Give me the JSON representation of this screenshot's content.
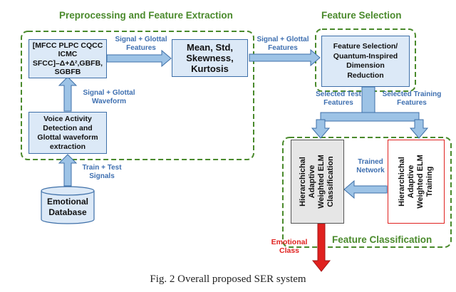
{
  "titles": {
    "preprocessing": "Preprocessing and Feature Extraction",
    "feature_selection": "Feature Selection",
    "feature_classification": "Feature Classification"
  },
  "nodes": {
    "features_line1": "[MFCC PLPC CQCC",
    "features_line2": "ICMC",
    "features_line3": "SFCC]–Δ+Δ²,GBFB,",
    "features_line4": "SGBFB",
    "stats_line1": "Mean, Std,",
    "stats_line2": "Skewness,",
    "stats_line3": "Kurtosis",
    "vad_line1": "Voice Activity",
    "vad_line2": "Detection and",
    "vad_line3": "Glottal waveform",
    "vad_line4": "extraction",
    "database_line1": "Emotional",
    "database_line2": "Database",
    "selection_line1": "Feature Selection/",
    "selection_line2": "Quantum-Inspired",
    "selection_line3": "Dimension",
    "selection_line4": "Reduction",
    "classification_line1": "Hierarchichal",
    "classification_line2": "Adaptive",
    "classification_line3": "Weighted ELM",
    "classification_line4": "Classification",
    "training_line1": "Hierarchichal",
    "training_line2": "Adaptive",
    "training_line3": "Weighted ELM",
    "training_line4": "Training"
  },
  "edge_labels": {
    "sig_glottal_features_1": "Signal + Glottal",
    "sig_glottal_features_2": "Features",
    "sig_glottal_features_b1": "Signal + Glottal",
    "sig_glottal_features_b2": "Features",
    "sig_glottal_waveform_1": "Signal + Glottal",
    "sig_glottal_waveform_2": "Waveform",
    "train_test_1": "Train + Test",
    "train_test_2": "Signals",
    "selected_test_1": "Selected  Test",
    "selected_test_2": "Features",
    "selected_training_1": "Selected Training",
    "selected_training_2": "Features",
    "trained_network_1": "Trained",
    "trained_network_2": "Network",
    "emotional_class_1": "Emotional",
    "emotional_class_2": "Class"
  },
  "caption": "Fig. 2 Overall proposed SER system",
  "colors": {
    "group_border": "#4a8a2c",
    "box_fill": "#dce9f7",
    "box_border": "#3d6fa8",
    "arrow_fill": "#9dc3e6",
    "arrow_stroke": "#3d6fa8",
    "label_blue": "#3e6fb0",
    "output_red": "#e0211f",
    "training_border": "#e0211f"
  }
}
